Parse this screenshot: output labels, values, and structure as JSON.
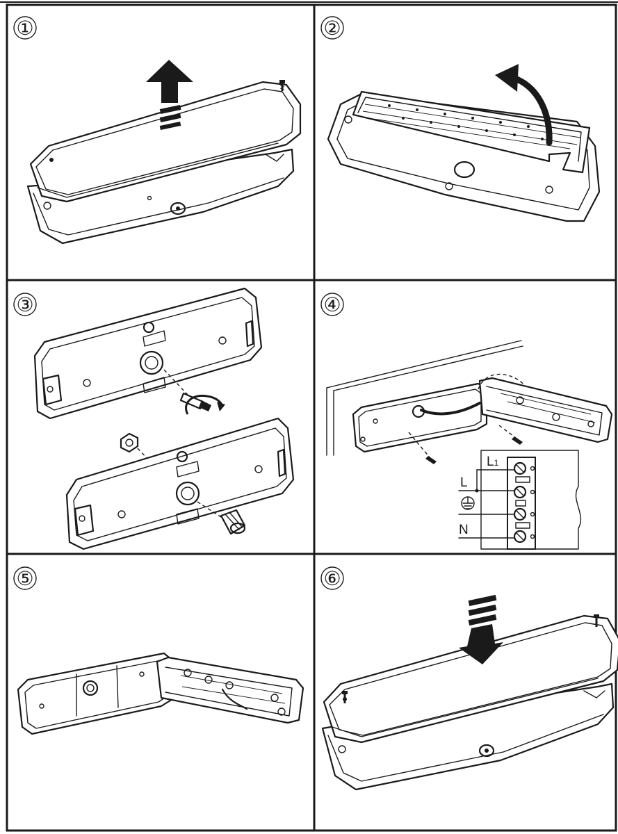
{
  "steps": [
    {
      "number": "①"
    },
    {
      "number": "②"
    },
    {
      "number": "③"
    },
    {
      "number": "④"
    },
    {
      "number": "⑤"
    },
    {
      "number": "⑥"
    }
  ],
  "terminal": {
    "labels": [
      "L1",
      "L",
      "N"
    ]
  },
  "icons": {
    "earth": "earth-ground-icon",
    "arrow_up": "arrow-up-icon",
    "arrow_down": "arrow-down-icon",
    "arrow_curved": "curved-arrow-icon",
    "rotate": "rotate-arrow-icon",
    "screw": "screw-icon"
  },
  "colors": {
    "line": "#1a1a1a",
    "background": "#ffffff"
  }
}
